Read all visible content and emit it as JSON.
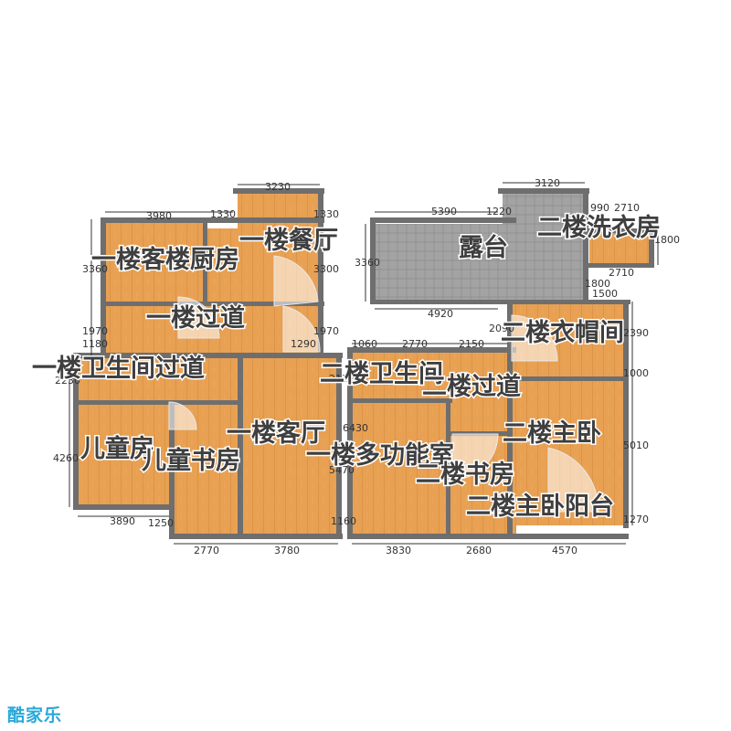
{
  "colors": {
    "floor": "#e8a052",
    "floor_dark": "#c97b30",
    "wall": "#6e6e6e",
    "terrace": "#9a9a9a",
    "logo": "#2aa8d8"
  },
  "logo": {
    "text": "酷家乐"
  },
  "rooms": [
    {
      "label": "一楼客楼厨房"
    },
    {
      "label": "一楼餐厅"
    },
    {
      "label": "一楼过道"
    },
    {
      "label": "一楼卫生间过道"
    },
    {
      "label": "儿童房"
    },
    {
      "label": "儿童书房"
    },
    {
      "label": "一楼客厅"
    },
    {
      "label": "露台"
    },
    {
      "label": "二楼洗衣房"
    },
    {
      "label": "二楼衣帽间"
    },
    {
      "label": "二楼卫生间"
    },
    {
      "label": "二楼过道"
    },
    {
      "label": "二楼主卧"
    },
    {
      "label": "一楼多功能室"
    },
    {
      "label": "二楼书房"
    },
    {
      "label": "二楼主卧阳台"
    }
  ],
  "dimensions": [
    "3980",
    "1330",
    "3230",
    "1330",
    "3360",
    "3300",
    "1970",
    "1970",
    "1180",
    "2230",
    "1290",
    "2110",
    "6430",
    "4260",
    "5470",
    "3890",
    "1250",
    "1160",
    "2770",
    "3780",
    "3120",
    "5390",
    "1220",
    "990",
    "2710",
    "1800",
    "3360",
    "2710",
    "1800",
    "1500",
    "4920",
    "2090",
    "1060",
    "2770",
    "2150",
    "2390",
    "1000",
    "5010",
    "1270",
    "3830",
    "2680",
    "4570"
  ]
}
